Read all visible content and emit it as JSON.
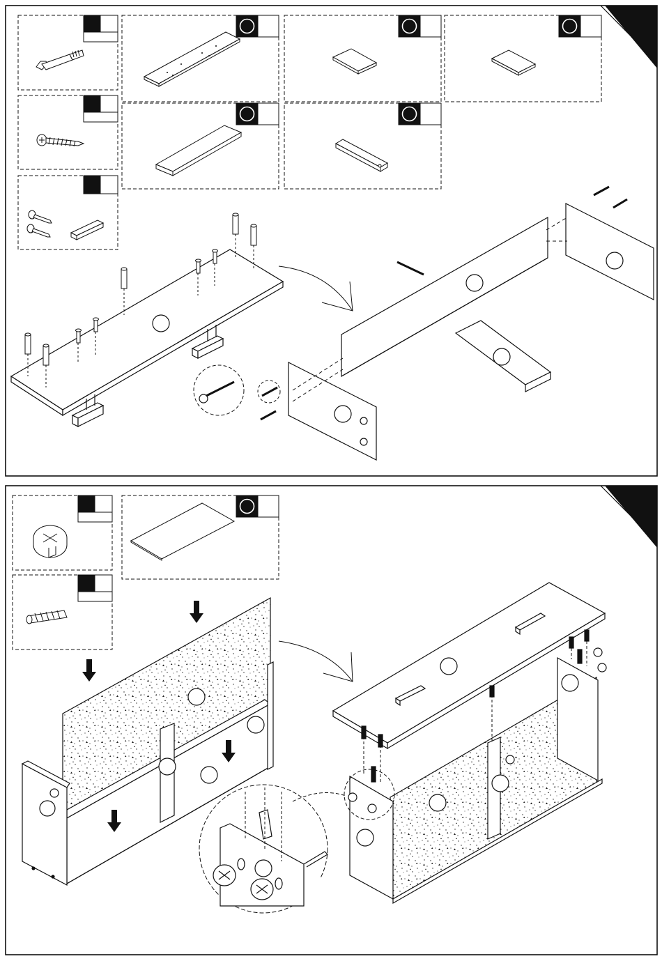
{
  "colors": {
    "ink": "#111111",
    "paper": "#ffffff",
    "speckle": "#222222"
  },
  "steps": [
    {
      "parts": [
        {
          "icon": "cam-bolt-icon",
          "badge": "filled-square",
          "label": ""
        },
        {
          "icon": "long-screw-icon",
          "badge": "filled-square",
          "label": ""
        },
        {
          "icon": "small-screws-and-block-icon",
          "badge": "filled-square",
          "label": ""
        },
        {
          "icon": "drilled-shelf-panel-icon",
          "badge": "circle",
          "label": ""
        },
        {
          "icon": "long-panel-icon",
          "badge": "circle",
          "label": ""
        },
        {
          "icon": "small-panel-a-icon",
          "badge": "circle",
          "label": ""
        },
        {
          "icon": "small-panel-b-icon",
          "badge": "circle",
          "label": ""
        },
        {
          "icon": "rail-icon",
          "badge": "circle",
          "label": ""
        },
        {
          "icon": "placeholder",
          "badge": "",
          "label": ""
        }
      ]
    },
    {
      "parts": [
        {
          "icon": "cam-lock-icon",
          "badge": "filled-square",
          "label": ""
        },
        {
          "icon": "wood-dowel-icon",
          "badge": "filled-square",
          "label": ""
        },
        {
          "icon": "back-board-icon",
          "badge": "circle",
          "label": ""
        }
      ]
    }
  ]
}
